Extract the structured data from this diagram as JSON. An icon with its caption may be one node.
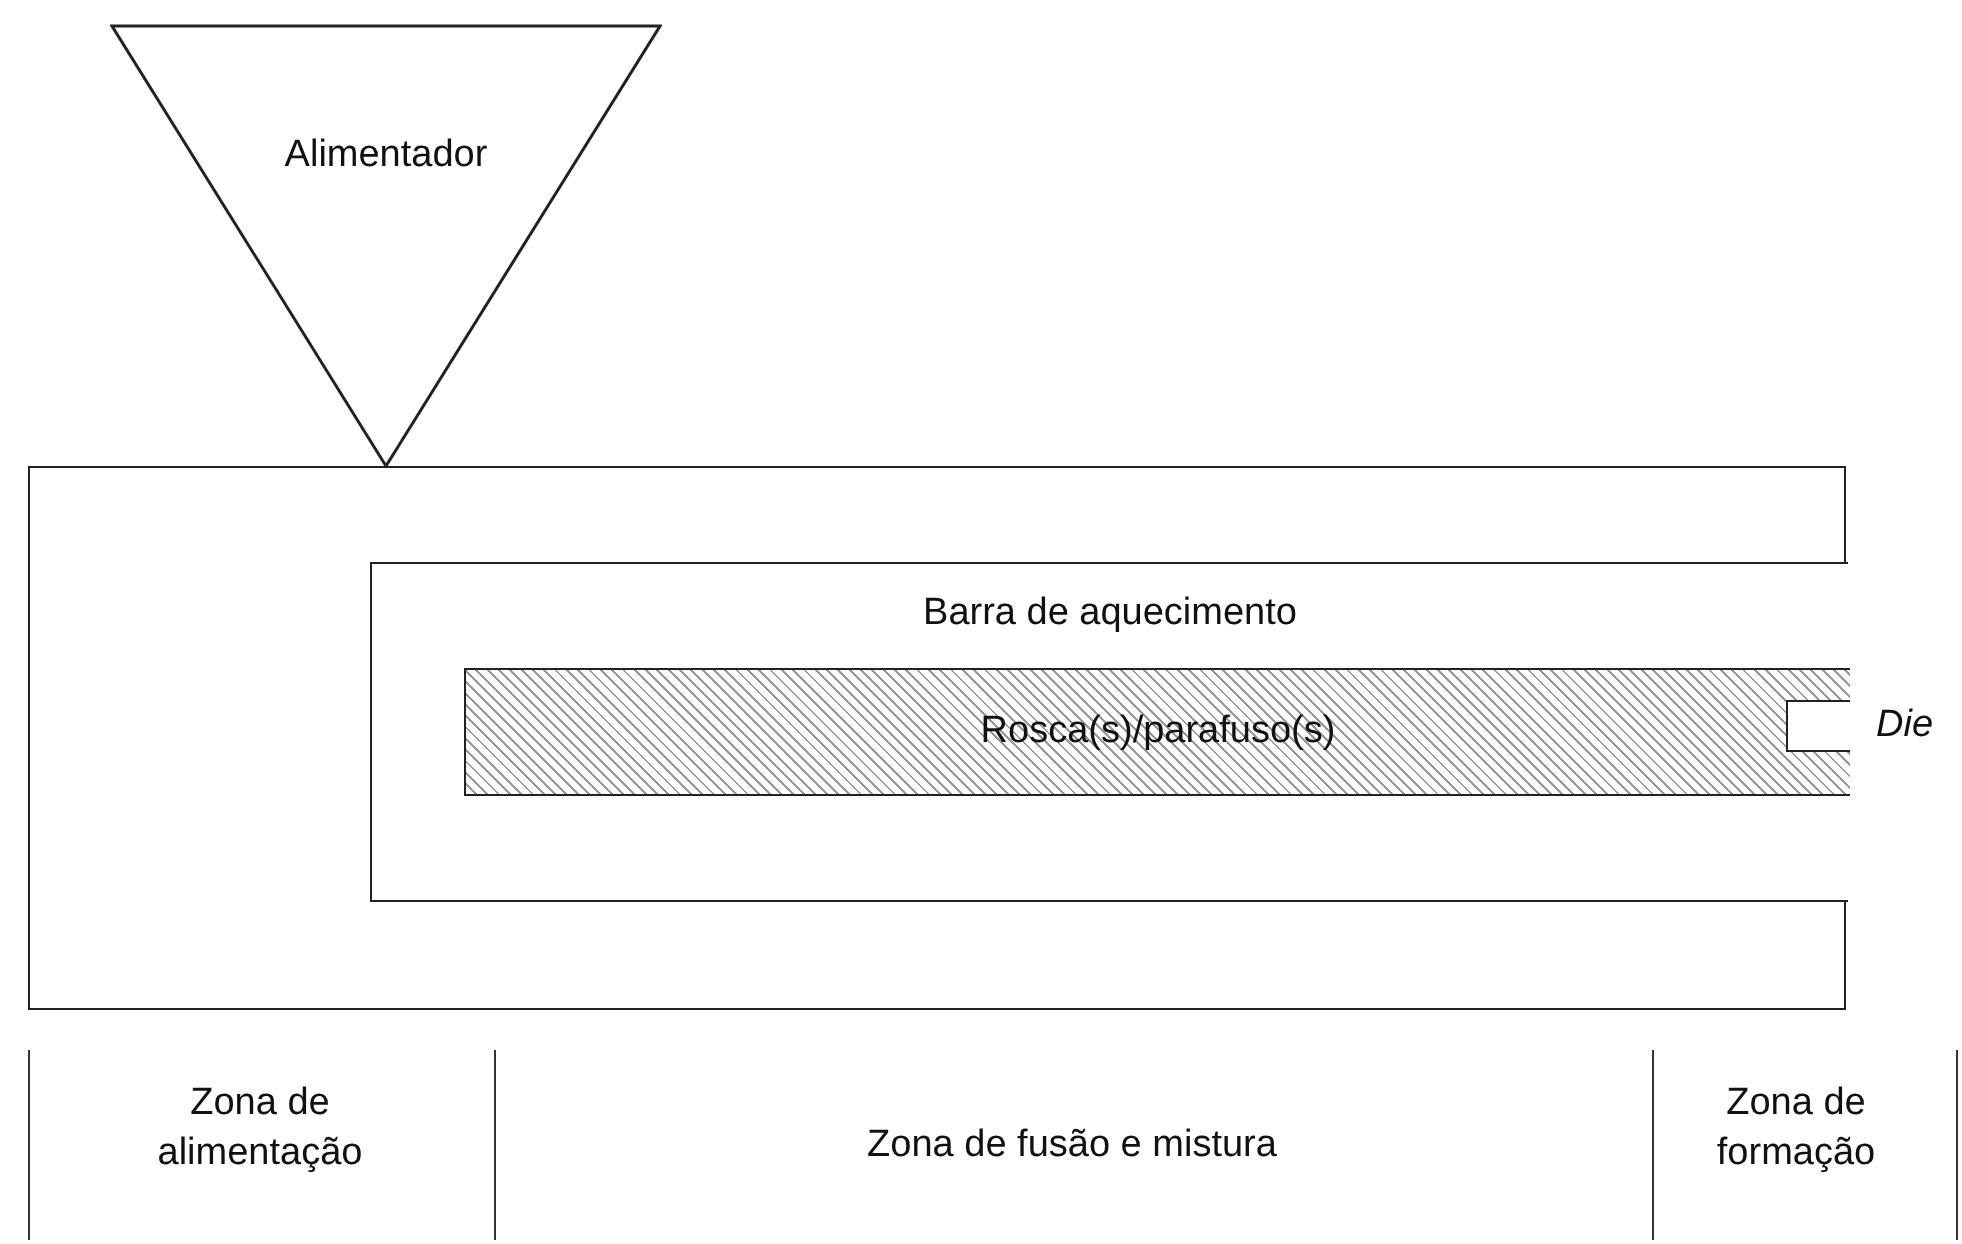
{
  "diagram": {
    "nodes": [
      {
        "text": [
          "Alimentador"
        ]
      },
      {
        "text": [],
        "shape": "box"
      },
      {
        "text": [
          "Barra de aquecimento"
        ],
        "in": 1
      },
      {
        "text": [
          "Rosca(s)/parafuso(s)"
        ],
        "in": 2
      },
      {
        "text": [
          "Die"
        ],
        "in": 3
      }
    ],
    "labels": [
      "Zona de alimentação",
      "Zona de fusão e mistura",
      "Zona de formação"
    ]
  }
}
